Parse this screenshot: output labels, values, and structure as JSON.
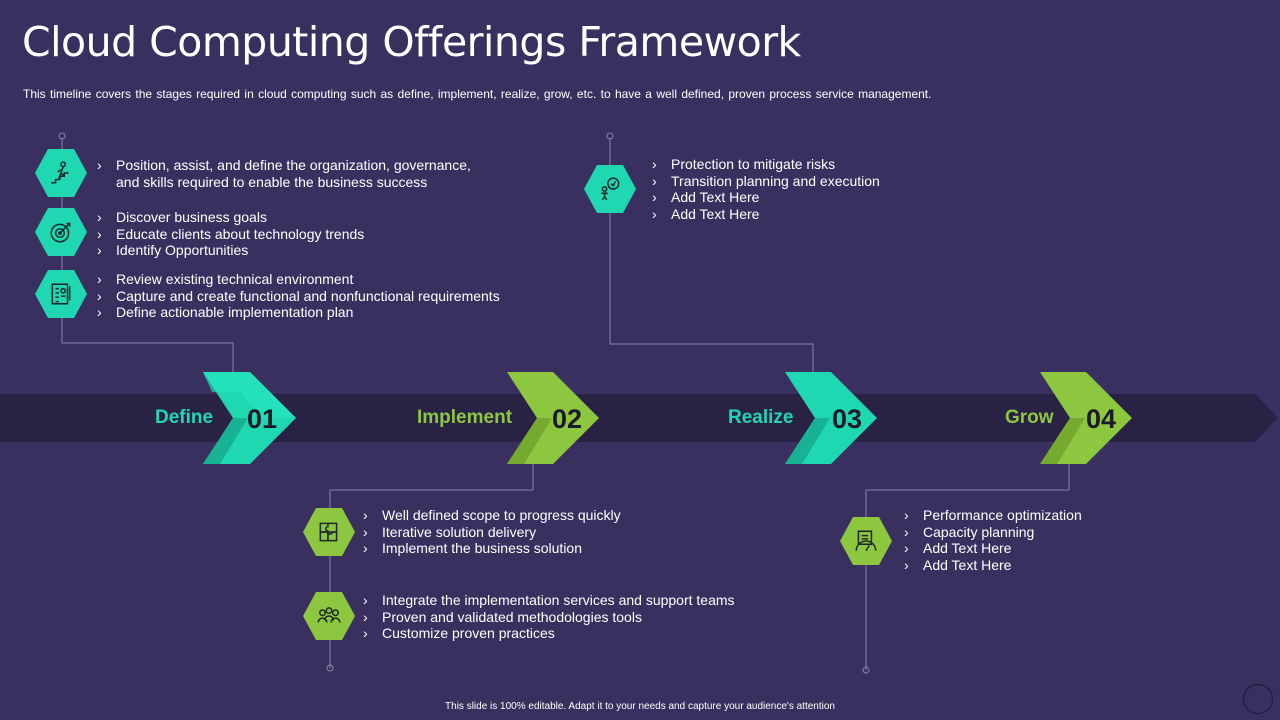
{
  "header": {
    "title": "Cloud Computing Offerings Framework",
    "subtitle": "This timeline covers the stages required in cloud computing such as define, implement, realize, grow, etc. to have a well defined, proven process service management."
  },
  "colors": {
    "background": "#3a3060",
    "band": "#2a2245",
    "teal": "#1fd8b2",
    "green": "#8dc63f",
    "connector": "#8a84a8"
  },
  "stages": [
    {
      "label": "Define",
      "number": "01",
      "color": "teal"
    },
    {
      "label": "Implement",
      "number": "02",
      "color": "green"
    },
    {
      "label": "Realize",
      "number": "03",
      "color": "teal"
    },
    {
      "label": "Grow",
      "number": "04",
      "color": "green"
    }
  ],
  "define": {
    "groups": [
      {
        "icon": "climbing-stairs-icon",
        "items": [
          "Position, assist, and define the organization, governance, and skills required to enable the business success"
        ]
      },
      {
        "icon": "target-dart-icon",
        "items": [
          "Discover business goals",
          "Educate clients about technology trends",
          "Identify Opportunities"
        ]
      },
      {
        "icon": "document-checklist-icon",
        "items": [
          "Review existing technical environment",
          "Capture and create functional and nonfunctional requirements",
          "Define actionable implementation plan"
        ]
      }
    ]
  },
  "implement": {
    "groups": [
      {
        "icon": "puzzle-icon",
        "items": [
          "Well defined scope to progress quickly",
          "Iterative solution delivery",
          "Implement the business solution"
        ]
      },
      {
        "icon": "team-icon",
        "items": [
          "Integrate the implementation services and support teams",
          "Proven and validated methodologies tools",
          "Customize proven practices"
        ]
      }
    ]
  },
  "realize": {
    "groups": [
      {
        "icon": "idea-person-icon",
        "items": [
          "Protection to mitigate risks",
          "Transition planning and execution",
          "Add Text Here",
          "Add Text Here"
        ]
      }
    ]
  },
  "grow": {
    "groups": [
      {
        "icon": "performance-report-icon",
        "items": [
          "Performance optimization",
          "Capacity planning",
          "Add Text Here",
          "Add Text Here"
        ]
      }
    ]
  },
  "footer": {
    "text": "This slide is 100% editable.  Adapt it to your needs and capture your audience's attention"
  }
}
